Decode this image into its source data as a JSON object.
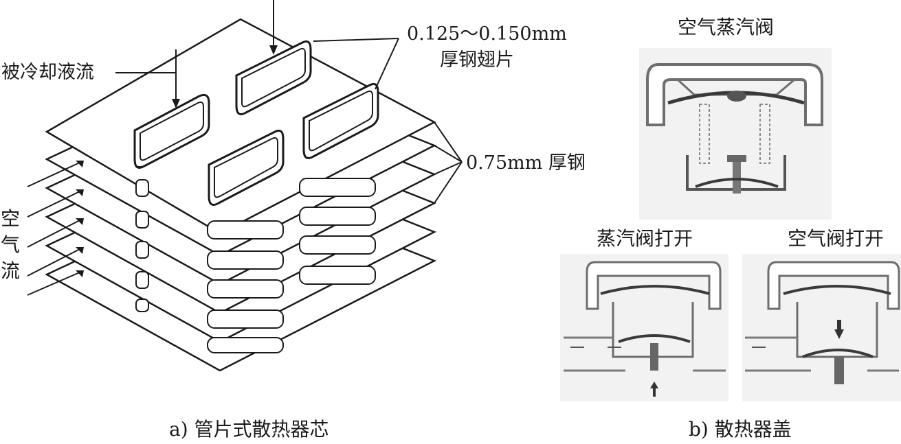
{
  "left_figure": {
    "labels": {
      "coolant_flow": "被冷却液流",
      "fin_thickness": "0.125～0.150mm",
      "fin_material": "厚钢翅片",
      "tube_thickness": "0.75mm 厚钢",
      "air_flow_chars": [
        "空",
        "气",
        "流"
      ]
    },
    "caption": "a) 管片式散热器芯"
  },
  "right_figure": {
    "top_title": "空气蒸汽阀",
    "steam_open": "蒸汽阀打开",
    "air_open": "空气阀打开",
    "caption": "b) 散热器盖"
  },
  "colors": {
    "line": "#1a1a1a",
    "panel_bg": "#f2f2f2",
    "cap_gray": "#8c8c8c"
  }
}
